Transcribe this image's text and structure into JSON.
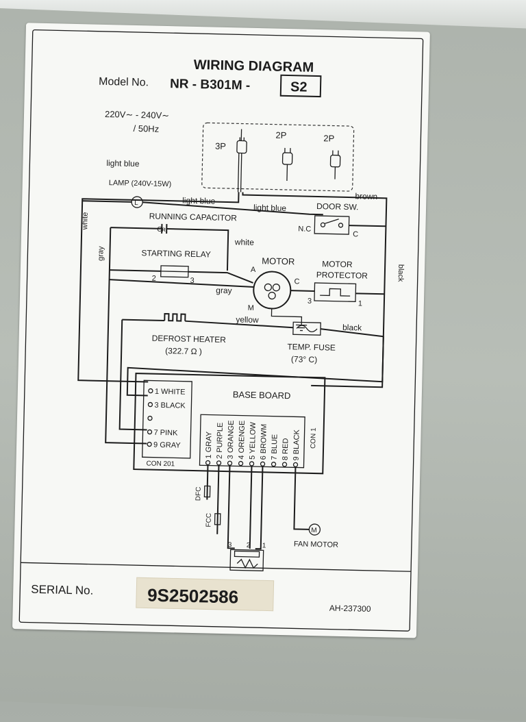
{
  "label": {
    "title": "WIRING DIAGRAM",
    "model_prefix": "Model No.",
    "model_number": "NR - B301M -",
    "model_suffix": "S2",
    "voltage": "220V∼ - 240V∼",
    "frequency": "/ 50Hz",
    "plugs": [
      "3P",
      "2P",
      "2P"
    ],
    "serial_label": "SERIAL No.",
    "serial_number": "9S2502586",
    "doc_code": "AH-237300"
  },
  "wires": {
    "light_blue_top": "light blue",
    "light_blue_lamp": "light blue",
    "light_blue_door": "light blue",
    "white_left": "white",
    "white_cap": "white",
    "gray_left": "gray",
    "gray_motor": "gray",
    "brown": "brown",
    "black_right": "black",
    "black_fuse": "black",
    "yellow": "yellow"
  },
  "components": {
    "lamp": "LAMP (240V-15W)",
    "lamp_symbol": "L",
    "running_capacitor": "RUNNING CAPACITOR",
    "cr": "Cʀ",
    "starting_relay": "STARTING RELAY",
    "relay_pin_left": "2",
    "relay_pin_right": "3",
    "motor": "MOTOR",
    "motor_a": "A",
    "motor_c": "C",
    "motor_m": "M",
    "motor_protector_1": "MOTOR",
    "motor_protector_2": "PROTECTOR",
    "protector_pin_left": "3",
    "protector_pin_right": "1",
    "door_switch": "DOOR SW.",
    "door_nc": "N.C",
    "door_c": "C",
    "defrost_heater": "DEFROST HEATER",
    "defrost_resistance": "(322.7 Ω )",
    "temp_fuse": "TEMP. FUSE",
    "temp_fuse_rating": "(73° C)",
    "base_board": "BASE BOARD",
    "con201": "CON 201",
    "con1": "CON 1",
    "dfc": "DFC",
    "fcc": "FCC",
    "fan_motor": "FAN MOTOR",
    "fan_symbol": "M",
    "pot_pins": [
      "3",
      "2",
      "1"
    ]
  },
  "con201_pins": [
    "1 WHITE",
    "3 BLACK",
    "",
    "7 PINK",
    "9 GRAY"
  ],
  "con1_pins": [
    "1 GRAY",
    "2 PURPLE",
    "3 ORANGE",
    "4 ORENGE",
    "5 YELLOW",
    "6 BROWM",
    "7 BLUE",
    "8 RED",
    "9 BLACK"
  ]
}
